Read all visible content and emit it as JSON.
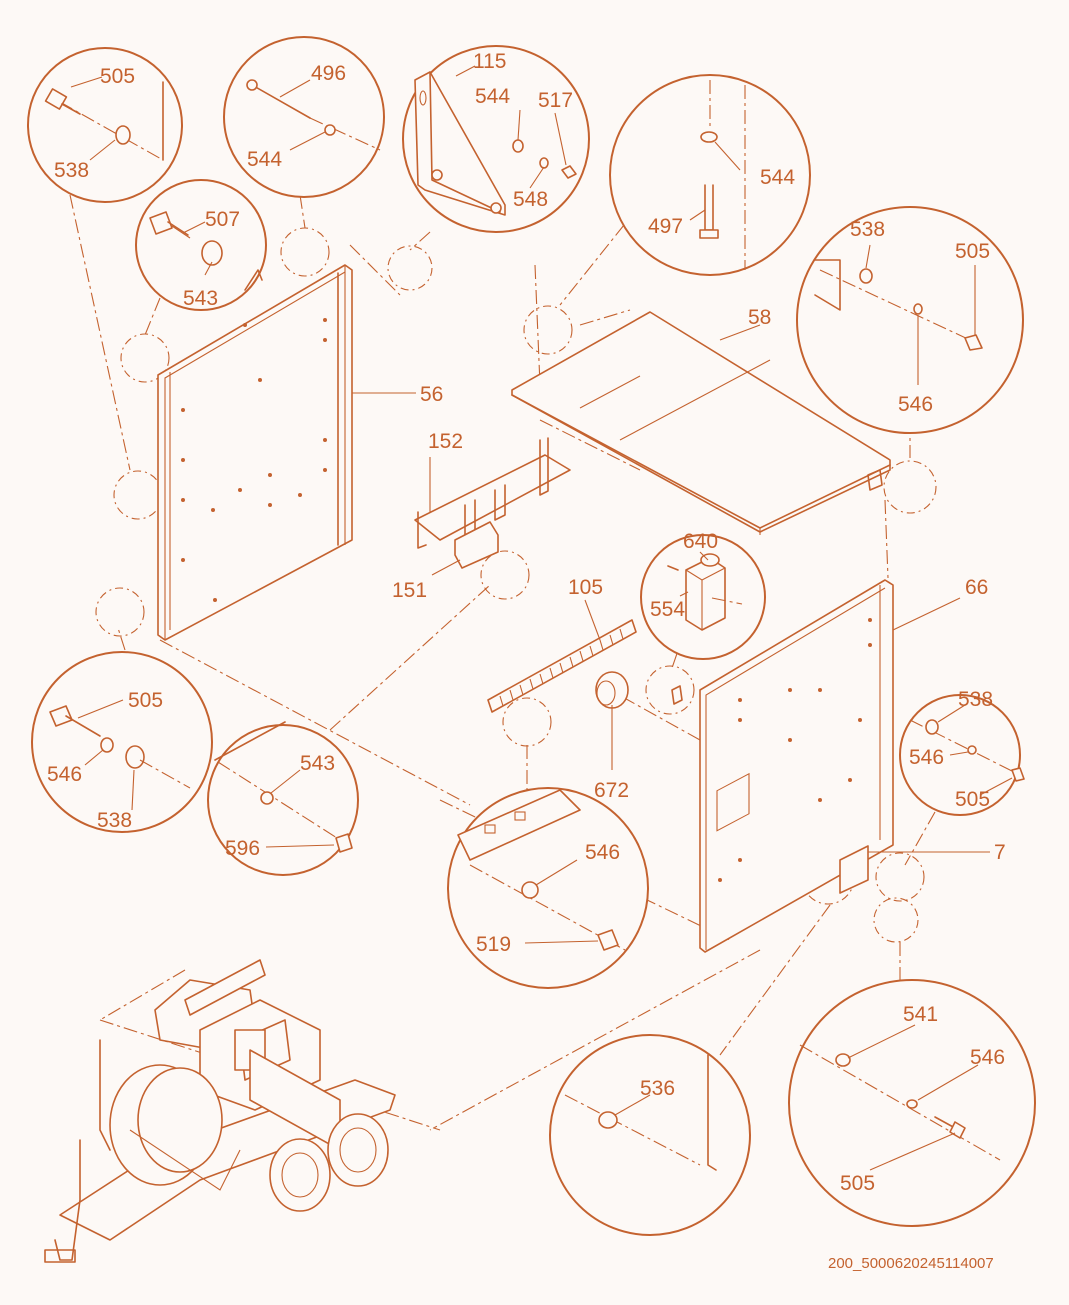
{
  "document_id": "200_5000620245114007",
  "palette": {
    "line": "#c4622f",
    "background": "#fdf9f6"
  },
  "callouts": {
    "c56": "56",
    "c58": "58",
    "c66": "66",
    "c7": "7",
    "c105": "105",
    "c151": "151",
    "c152": "152",
    "c640": "640",
    "c554": "554",
    "c672": "672",
    "d1_505": "505",
    "d1_538": "538",
    "d2_507": "507",
    "d2_543": "543",
    "d3_496": "496",
    "d3_544": "544",
    "d4_115": "115",
    "d4_544": "544",
    "d4_517": "517",
    "d4_548": "548",
    "d5_544": "544",
    "d5_497": "497",
    "d6_538": "538",
    "d6_505": "505",
    "d6_546": "546",
    "d7_505": "505",
    "d7_546": "546",
    "d7_538": "538",
    "d8_543": "543",
    "d8_596": "596",
    "d9_546": "546",
    "d9_519": "519",
    "d10_538": "538",
    "d10_546": "546",
    "d10_505": "505",
    "d11_541": "541",
    "d11_546": "546",
    "d11_505": "505",
    "d12_536": "536"
  }
}
